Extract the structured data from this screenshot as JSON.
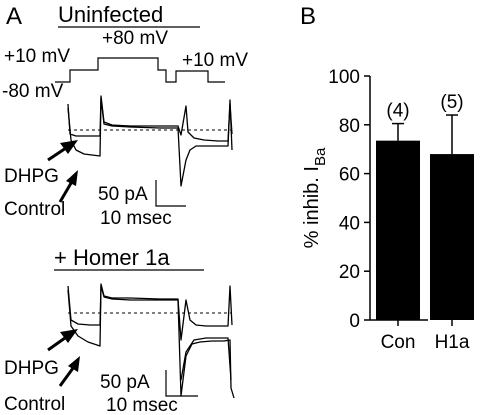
{
  "panel_a": {
    "label": "A",
    "top_title": "Uninfected",
    "bottom_title": "+ Homer 1a",
    "protocol": {
      "step1": "+10 mV",
      "step2": "+80 mV",
      "step3": "+10 mV",
      "holding": "-80 mV"
    },
    "top_labels": {
      "dhpg": "DHPG",
      "control": "Control",
      "scale_current": "50 pA",
      "scale_time": "10 msec"
    },
    "bottom_labels": {
      "dhpg": "DHPG",
      "control": "Control",
      "scale_current": "50 pA",
      "scale_time": "10 msec"
    }
  },
  "panel_b": {
    "label": "B"
  },
  "chart_data": {
    "type": "bar",
    "categories": [
      "Con",
      "H1a"
    ],
    "values": [
      73.5,
      68
    ],
    "error": [
      7,
      16
    ],
    "n_labels": [
      "(4)",
      "(5)"
    ],
    "ylabel": "% inhib. I",
    "ylabel_subscript": "Ba",
    "ylim": [
      0,
      100
    ],
    "yticks": [
      0,
      20,
      40,
      60,
      80,
      100
    ],
    "bar_color": "#000000",
    "grid": false
  }
}
